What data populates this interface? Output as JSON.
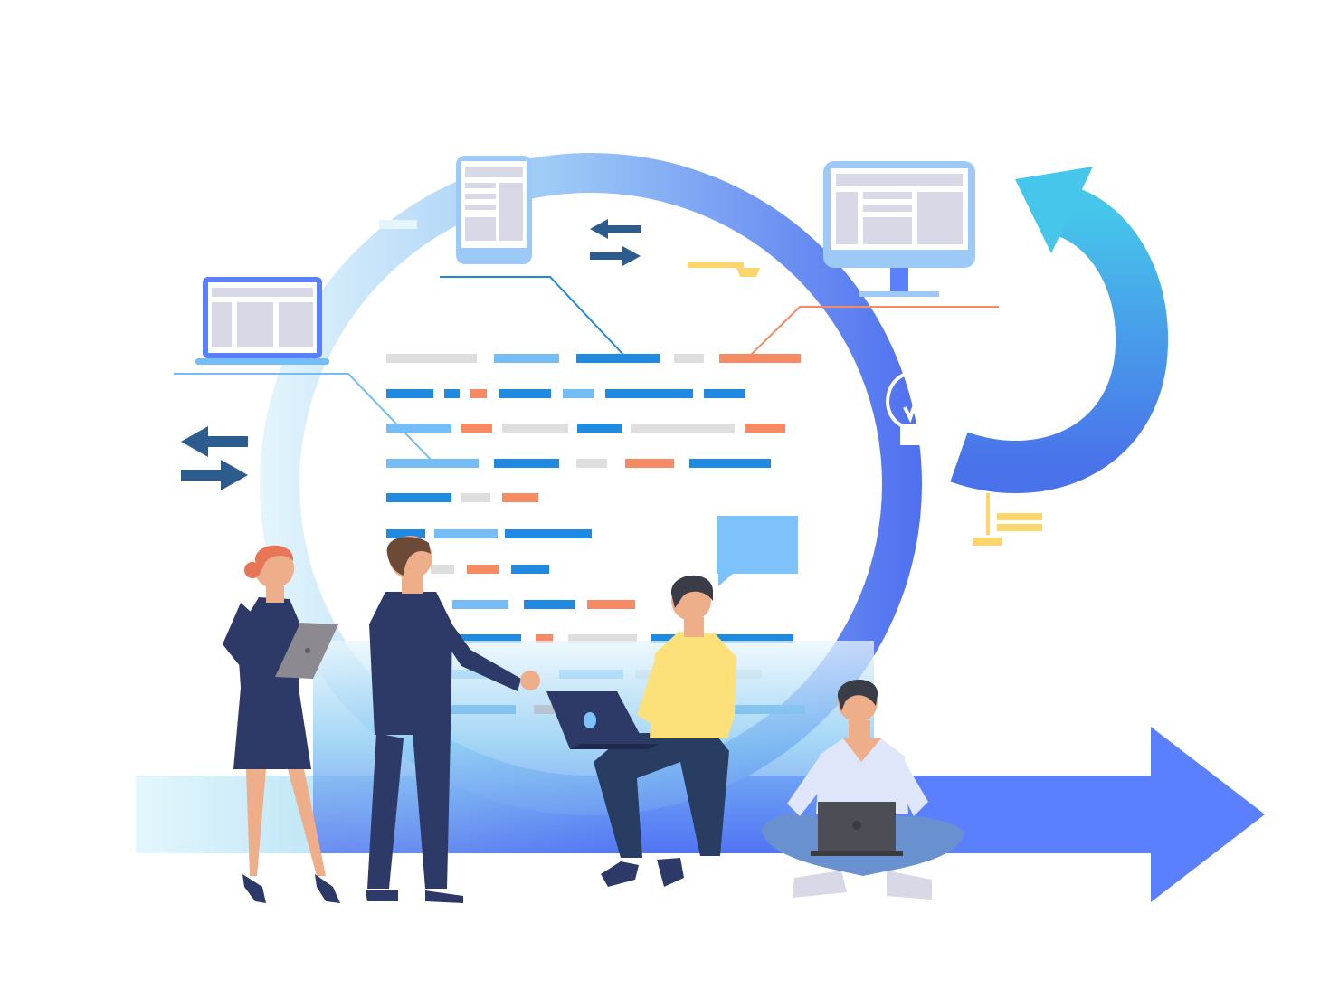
{
  "illustration": {
    "palette": {
      "cycle_light": "#e4f6fc",
      "cycle_mid": "#9cc9f6",
      "cycle_dark": "#4f6ff0",
      "arrow_blue": "#5a80ff",
      "curved_arrow_light": "#46c6ea",
      "curved_arrow_dark": "#4a72ea",
      "code_blue": "#1f8ae0",
      "code_light_blue": "#74bdf6",
      "code_gray": "#dedede",
      "code_orange": "#f58a63",
      "navy": "#2d3a67",
      "dark_arrow": "#2c5c8e",
      "yellow_accent": "#fcd66a",
      "shirt_yellow": "#fce07a",
      "skin": "#eeae8a",
      "hair_orange": "#e87556",
      "hair_dark": "#3a3c48",
      "jeans": "#283d61",
      "denim_light": "#6a91cf",
      "chat_bubble": "#7ec2fb"
    },
    "icons": [
      "laptop-icon",
      "tablet-icon",
      "monitor-icon",
      "lightbulb-icon",
      "exchange-arrows-icon",
      "chat-bubble-icon",
      "curved-return-arrow-icon",
      "forward-arrow-icon"
    ],
    "people": [
      "woman-with-tablet",
      "man-in-suit-pointing",
      "man-sitting-with-laptop",
      "man-cross-legged-with-laptop"
    ]
  }
}
